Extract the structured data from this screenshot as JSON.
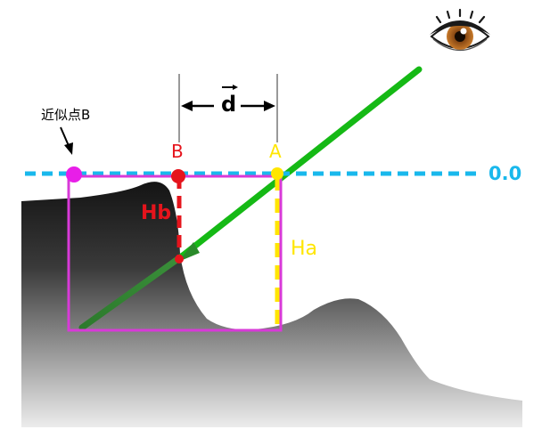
{
  "labels": {
    "approx_point": "近似点B",
    "point_b": "B",
    "point_a": "A",
    "vector_d": "d",
    "height_b": "Hb",
    "height_a": "Ha",
    "zero_level": "0.0"
  },
  "colors": {
    "zero_line": "#19b8ec",
    "view_ray": "#15b915",
    "box": "#d83ad8",
    "point_b": "#e5141c",
    "point_a": "#ffe600",
    "approx_point": "#e81ee8",
    "terrain_dark": "#141414",
    "terrain_light": "#ebebeb"
  },
  "icons": {
    "eye": "eye-icon",
    "arrow": "pointer-arrow-icon"
  }
}
